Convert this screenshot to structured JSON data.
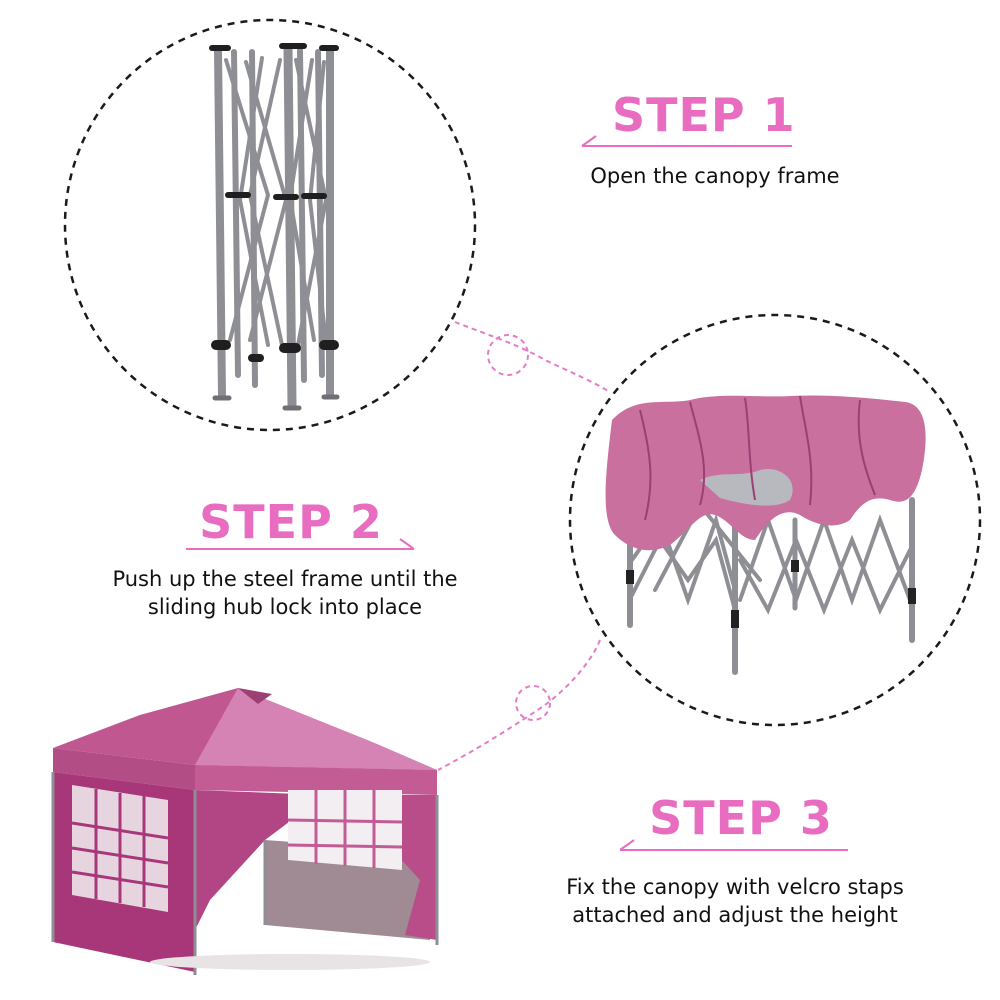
{
  "colors": {
    "accent": "#e86dc0",
    "text": "#111111",
    "canopy": "#c9709f",
    "canopy_dark": "#9c3f74",
    "frame": "#8e8e95",
    "dashed_circle": "#1a1a1a",
    "connector": "#e27dc6"
  },
  "steps": [
    {
      "title": "STEP 1",
      "desc_lines": [
        "Open the canopy frame"
      ]
    },
    {
      "title": "STEP 2",
      "desc_lines": [
        "Push up the steel frame until the",
        "sliding hub lock into place"
      ]
    },
    {
      "title": "STEP 3",
      "desc_lines": [
        "Fix the canopy with velcro staps",
        "attached and adjust the height"
      ]
    }
  ]
}
